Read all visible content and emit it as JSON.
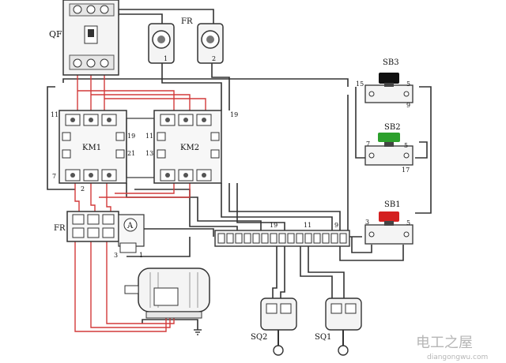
{
  "labels": {
    "qf": "QF",
    "fr_top": "FR",
    "fr_left": "FR",
    "km1": "KM1",
    "km2": "KM2",
    "sb1": "SB1",
    "sb2": "SB2",
    "sb3": "SB3",
    "sq1": "SQ1",
    "sq2": "SQ2",
    "ammeter": "A"
  },
  "terminals": {
    "fuse1": "1",
    "fuse2": "2",
    "t11a": "11",
    "t19a": "19",
    "t21": "21",
    "t7a": "7",
    "t2": "2",
    "t11b": "11",
    "t13": "13",
    "t19b": "19",
    "t15": "15",
    "t5a": "5",
    "t9": "9",
    "t7b": "7",
    "t5b": "5",
    "t17": "17",
    "t3a": "3",
    "t5c": "5",
    "strip19": "19",
    "strip11": "11",
    "strip9": "9",
    "t3b": "3",
    "t1": "1"
  },
  "watermark": {
    "cn": "电工之屋",
    "url": "diangongwu.com"
  },
  "colors": {
    "wire_red": "#d23a3a",
    "wire_dark": "#333333",
    "button_red": "#d42020",
    "button_green": "#2ca02c",
    "button_black": "#111111"
  }
}
